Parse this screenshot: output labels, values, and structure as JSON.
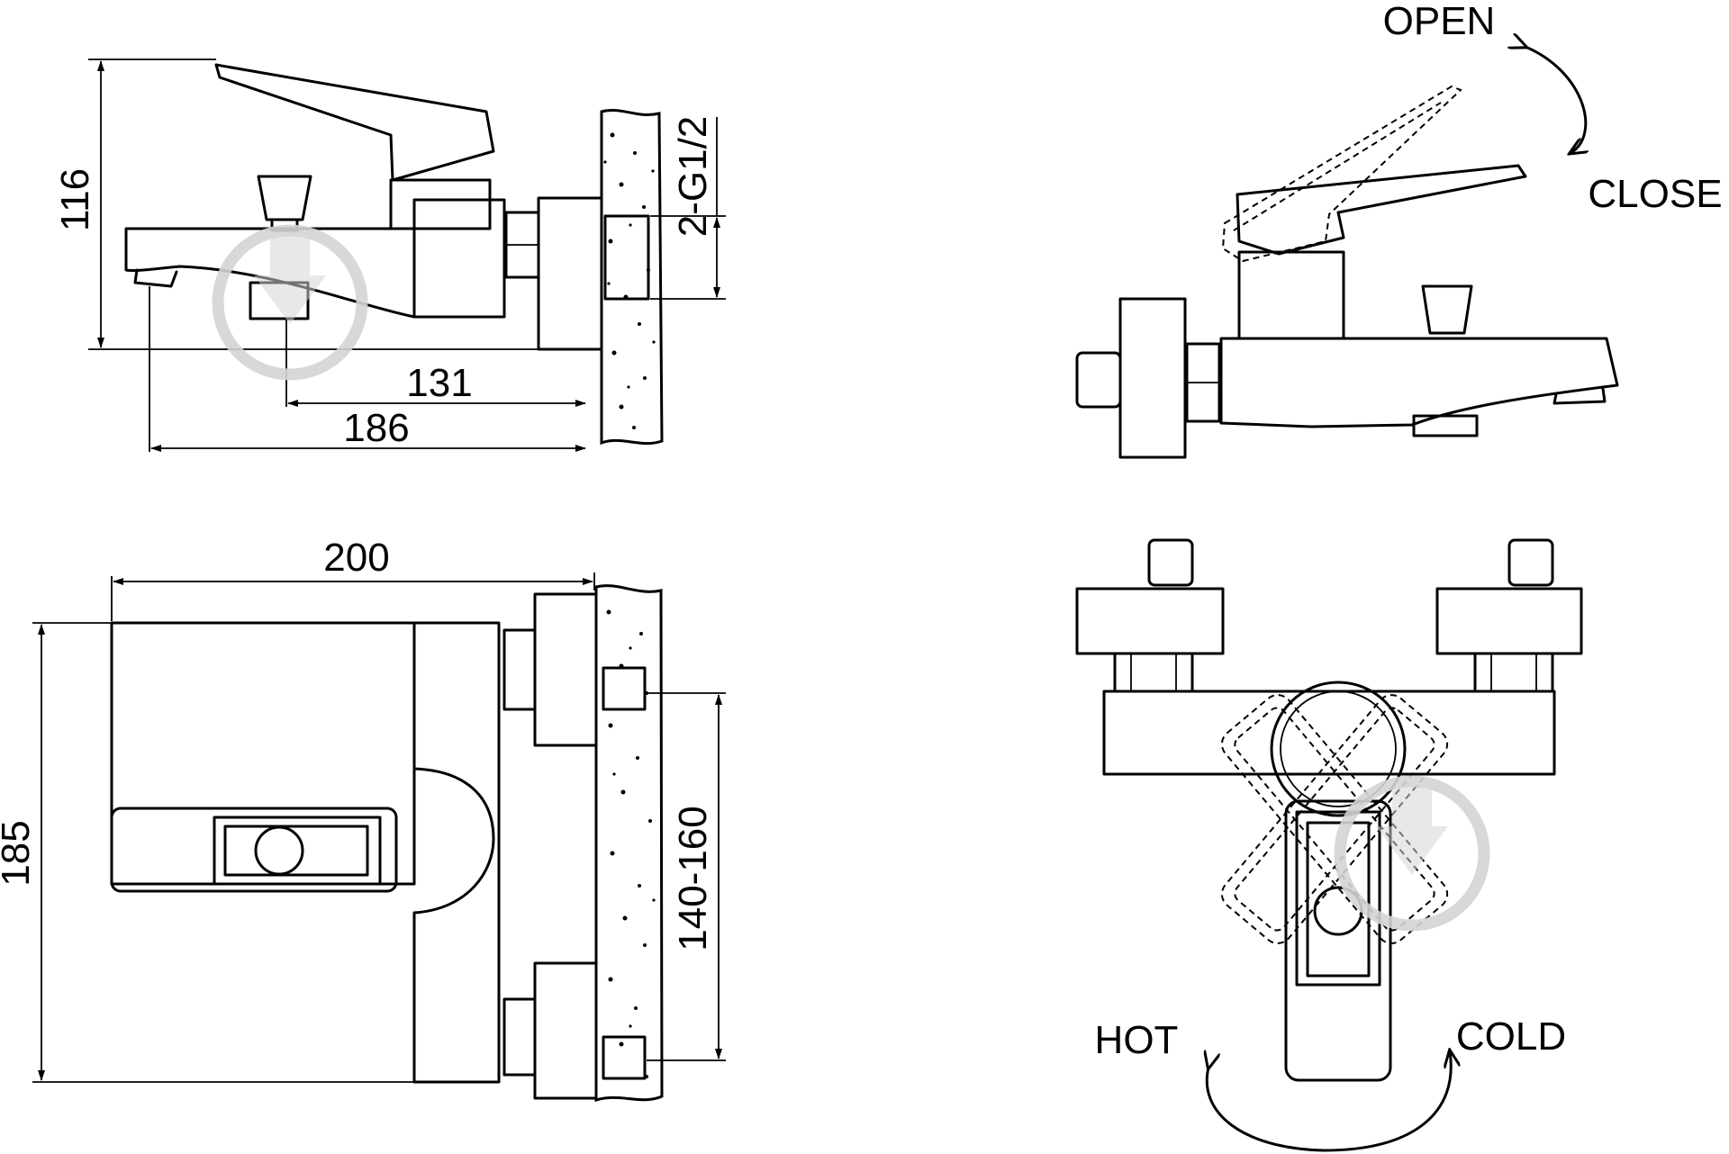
{
  "labels": {
    "open": "OPEN",
    "close": "CLOSE",
    "hot": "HOT",
    "cold": "COLD"
  },
  "dimensions": {
    "side_height": "116",
    "pipe_thread": "2-G1/2",
    "spout_to_wall": "131",
    "overall_depth": "186",
    "body_width": "200",
    "body_height": "185",
    "centre_distance": "140-160"
  },
  "colors": {
    "line": "#000000",
    "watermark": "#d4d4d4",
    "background": "#ffffff"
  }
}
